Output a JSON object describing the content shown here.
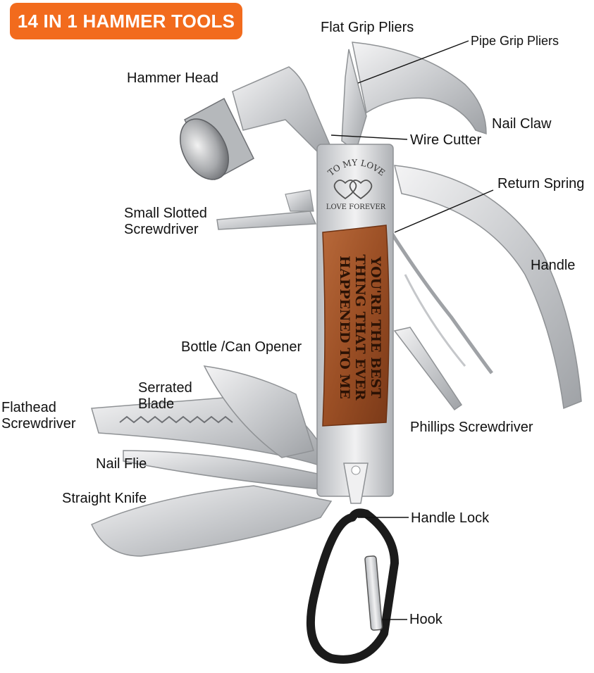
{
  "header": {
    "title": "14 IN 1 HAMMER TOOLS"
  },
  "engraving": {
    "top_arc": "TO MY LOVE",
    "top_sub": "LOVE FOREVER",
    "wood_lines": [
      "YOU'RE THE BEST",
      "THING THAT EVER",
      "HAPPENED TO ME"
    ]
  },
  "labels": {
    "flat_grip_pliers": "Flat Grip Pliers",
    "pipe_grip_pliers": "Pipe Grip Pliers",
    "hammer_head": "Hammer Head",
    "nail_claw": "Nail Claw",
    "wire_cutter": "Wire Cutter",
    "return_spring": "Return Spring",
    "small_slotted_screwdriver": [
      "Small Slotted",
      "Screwdriver"
    ],
    "handle": "Handle",
    "bottle_can_opener": "Bottle /Can Opener",
    "serrated_blade": [
      "Serrated",
      "Blade"
    ],
    "flathead_screwdriver": [
      "Flathead",
      "Screwdriver"
    ],
    "phillips_screwdriver": "Phillips Screwdriver",
    "nail_flie": "Nail Flie",
    "straight_knife": "Straight Knife",
    "handle_lock": "Handle Lock",
    "hook": "Hook"
  },
  "colors": {
    "badge": "#f26b1d",
    "steel": "#d9dadc",
    "steel_dark": "#8f9295",
    "wood": "#9b4f25",
    "wood_dark": "#6e3213",
    "carabiner": "#1b1b1b"
  }
}
